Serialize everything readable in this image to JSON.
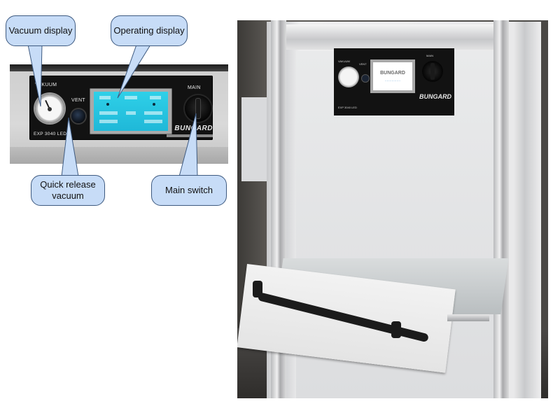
{
  "callouts": {
    "vacuum_display": "Vacuum display",
    "operating_display": "Operating display",
    "quick_release": "Quick release vacuum",
    "main_switch": "Main switch"
  },
  "panel": {
    "vakuum_label": "VAKUUM",
    "vent_label": "VENT",
    "main_label": "MAIN",
    "model_label": "EXP 3040 LED",
    "brand": "BUNGARD"
  },
  "photo": {
    "mini_vakuum_label": "VAKUUM",
    "mini_vent_label": "VENT",
    "mini_main_label": "MAIN",
    "mini_model_label": "EXP 3040 LED",
    "screen_brand": "BUNGARD",
    "screen_subtext": "................",
    "brand": "BUNGARD"
  },
  "colors": {
    "bubble_fill": "#c7dcf7",
    "bubble_border": "#3e5a80",
    "screen_cyan": "#2fd0e8",
    "panel_black": "#121212"
  }
}
